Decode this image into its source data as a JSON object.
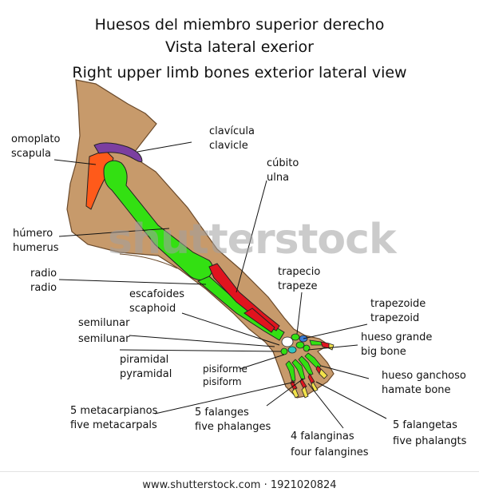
{
  "titles": {
    "line1": "Huesos del miembro superior derecho",
    "line2": "Vista lateral exerior",
    "line3": "Right upper limb bones exterior lateral view"
  },
  "labels": {
    "omoplato": {
      "es": "omoplato",
      "en": "scapula"
    },
    "clavicula": {
      "es": "clavícula",
      "en": "clavicle"
    },
    "cubito": {
      "es": "cúbito",
      "en": "ulna"
    },
    "humero": {
      "es": "húmero",
      "en": "humerus"
    },
    "radio": {
      "es": "radio",
      "en": "radio"
    },
    "trapecio": {
      "es": "trapecio",
      "en": "trapeze"
    },
    "escafoides": {
      "es": "escafoides",
      "en": "scaphoid"
    },
    "trapezoide": {
      "es": "trapezoide",
      "en": "trapezoid"
    },
    "semilunar": {
      "es": "semilunar",
      "en": "semilunar"
    },
    "hueso_grande": {
      "es": "hueso grande",
      "en": "big bone"
    },
    "piramidal": {
      "es": "piramidal",
      "en": "pyramidal"
    },
    "pisiforme": {
      "es": "pisiforme",
      "en": "pisiform"
    },
    "ganchoso": {
      "es": "hueso ganchoso",
      "en": "hamate bone"
    },
    "metacarpianos": {
      "es": "5 metacarpianos",
      "en": "five metacarpals"
    },
    "falanges": {
      "es": "5 falanges",
      "en": "five phalanges"
    },
    "falanginas": {
      "es": "4 falanginas",
      "en": "four falangines"
    },
    "falangetas": {
      "es": "5 falangetas",
      "en": "five phalangts"
    }
  },
  "watermark": "shutterstock",
  "footer": "www.shutterstock.com · 1921020824",
  "colors": {
    "skin": "#c79a6b",
    "skin_outline": "#6b4a2b",
    "humerus": "#33e012",
    "ulna": "#e0141e",
    "clavicle": "#7b3fa0",
    "scapula": "#ff5a1a",
    "nail": "#f2e24a"
  }
}
